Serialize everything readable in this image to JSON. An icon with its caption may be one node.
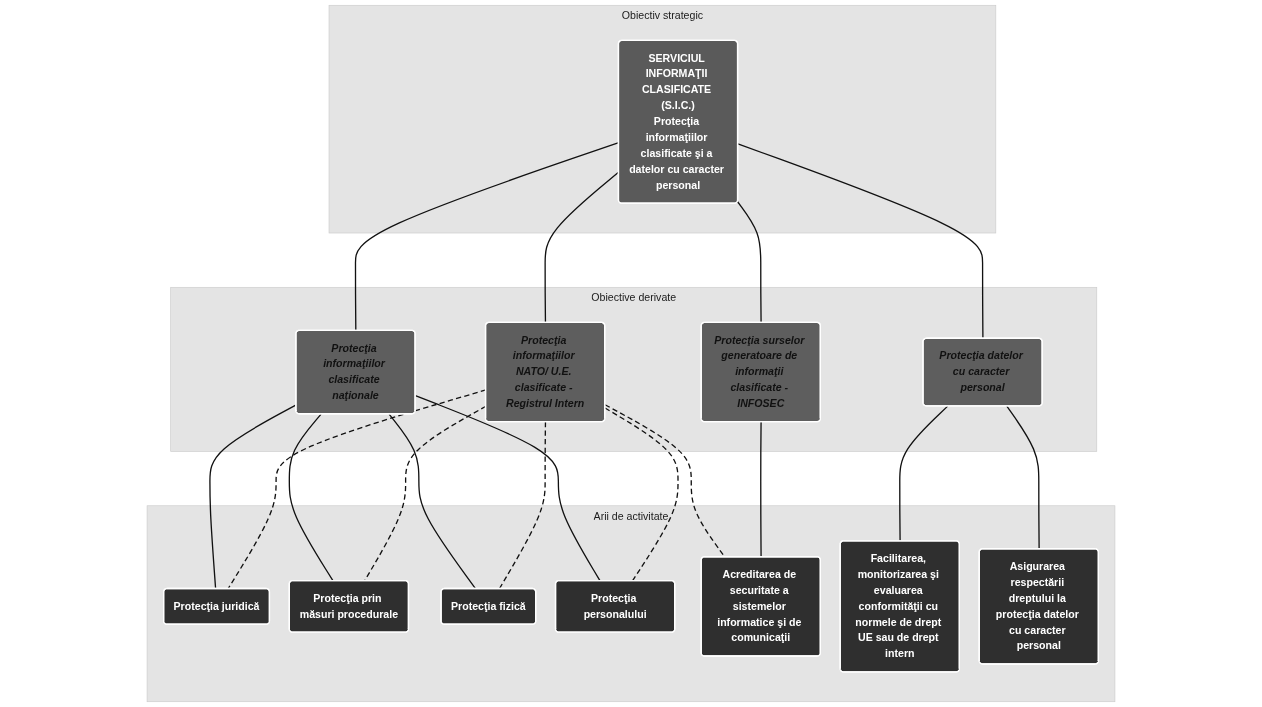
{
  "diagram": {
    "nodes": [
      {
        "text": [
          "Obiectiv strategic"
        ]
      },
      {
        "text": [
          "SERVICIUL INFORMAŢII CLASIFICATE (S.I.C.)",
          "Protecţia informaţiilor clasificate şi a datelor cu caracter personal"
        ],
        "in": 0
      },
      {
        "text": [
          "Obiective derivate"
        ]
      },
      {
        "text": [
          "Protecţia informaţiilor clasificate naţionale"
        ],
        "in": 2
      },
      {
        "text": [
          "Protecţia informaţiilor NATO/ U.E. clasificate - Registrul Intern"
        ],
        "in": 2
      },
      {
        "text": [
          "Protecţia surselor generatoare de informaţii clasificate - INFOSEC"
        ],
        "in": 2
      },
      {
        "text": [
          "Protecţia datelor cu caracter personal"
        ],
        "in": 2
      },
      {
        "text": [
          "Arii de activitate"
        ]
      },
      {
        "text": [
          "Protecţia juridică"
        ],
        "in": 7
      },
      {
        "text": [
          "Protecţia prin măsuri procedurale"
        ],
        "in": 7
      },
      {
        "text": [
          "Protecţia fizică"
        ],
        "in": 7
      },
      {
        "text": [
          "Protecţia personalului"
        ],
        "in": 7
      },
      {
        "text": [
          "Acreditarea de securitate a sistemelor informatice şi de comunicaţii"
        ],
        "in": 7
      },
      {
        "text": [
          "Facilitarea, monitorizarea şi evaluarea conformităţii cu normele de drept UE sau de drept intern"
        ],
        "in": 7
      },
      {
        "text": [
          "Asigurarea respectării dreptului la protecţia datelor cu caracter personal"
        ],
        "in": 7
      }
    ],
    "edges": [
      {
        "from": 1,
        "to": 3,
        "arrow": "none"
      },
      {
        "from": 1,
        "to": 4,
        "arrow": "none"
      },
      {
        "from": 1,
        "to": 5,
        "arrow": "none"
      },
      {
        "from": 1,
        "to": 6,
        "arrow": "none"
      },
      {
        "from": 3,
        "to": 8,
        "arrow": "none"
      },
      {
        "from": 3,
        "to": 9,
        "arrow": "none"
      },
      {
        "from": 3,
        "to": 10,
        "arrow": "none"
      },
      {
        "from": 3,
        "to": 11,
        "arrow": "none"
      },
      {
        "from": 4,
        "to": 8,
        "arrow": "none",
        "style": "dashed"
      },
      {
        "from": 4,
        "to": 9,
        "arrow": "none",
        "style": "dashed"
      },
      {
        "from": 4,
        "to": 10,
        "arrow": "none",
        "style": "dashed"
      },
      {
        "from": 4,
        "to": 11,
        "arrow": "none",
        "style": "dashed"
      },
      {
        "from": 4,
        "to": 12,
        "arrow": "none",
        "style": "dashed"
      },
      {
        "from": 5,
        "to": 12,
        "arrow": "none"
      },
      {
        "from": 6,
        "to": 13,
        "arrow": "none"
      },
      {
        "from": 6,
        "to": 14,
        "arrow": "none"
      }
    ]
  }
}
